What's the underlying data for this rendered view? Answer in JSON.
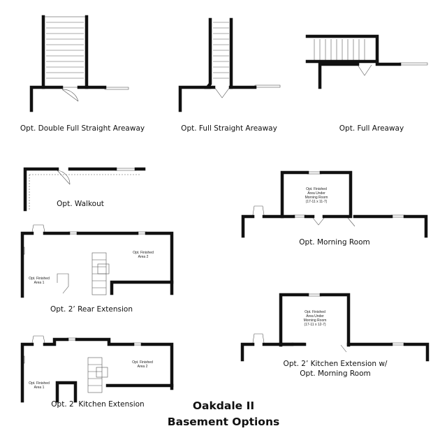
{
  "title": {
    "line1": "Oakdale II",
    "line2": "Basement Options"
  },
  "captions": {
    "double_full_straight": "Opt. Double Full Straight Areaway",
    "full_straight": "Opt. Full Straight Areaway",
    "full_areaway": "Opt. Full Areaway",
    "walkout": "Opt. Walkout",
    "morning_room": "Opt. Morning Room",
    "rear_extension": "Opt. 2’ Rear Extension",
    "kitchen_ext_morning": [
      "Opt. 2’ Kitchen Extension w/",
      "Opt. Morning Room"
    ],
    "kitchen_extension": "Opt. 2’ Kitchen Extension"
  },
  "room_labels": {
    "morning_room": [
      "Opt. Finished",
      "Area Under",
      "Morning Room",
      "(17-11 x 11-7)"
    ],
    "kitchen_morning": [
      "Opt. Finished",
      "Area Under",
      "Morning Room",
      "(17-11 x 12-7)"
    ],
    "rear_area_2": [
      "Opt. Finished",
      "Area 2"
    ],
    "rear_area_1": [
      "Opt. Finished",
      "Area 1"
    ],
    "kitchen_area_2": [
      "Opt. Finished",
      "Area 2"
    ],
    "kitchen_area_1": [
      "Opt. Finished",
      "Area 1"
    ]
  },
  "colors": {
    "wall": "#111111",
    "thin_line": "#555555"
  }
}
